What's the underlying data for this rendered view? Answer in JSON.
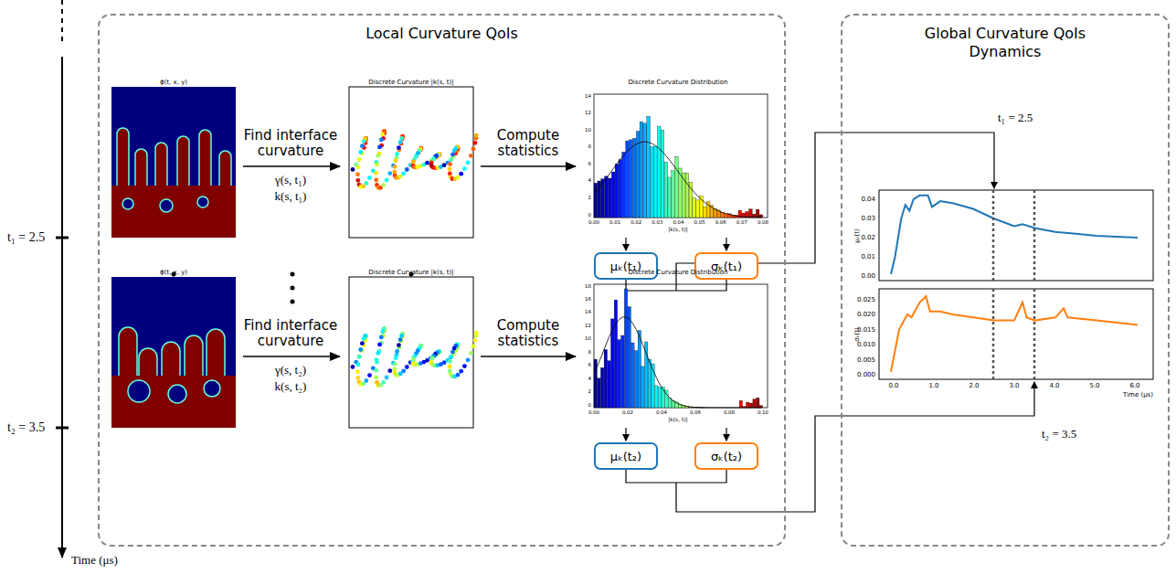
{
  "diagram": {
    "nodes": [
      {
        "text": [
          "Local Curvature QoIs"
        ]
      },
      {
        "text": [
          "μₖ(t₁)"
        ],
        "in": 0
      },
      {
        "text": [
          "σₖ(t₁)"
        ],
        "in": 0
      },
      {
        "text": [
          "μₖ(t₂)"
        ],
        "in": 0
      },
      {
        "text": [
          "σₖ(t₂)"
        ],
        "in": 0
      },
      {
        "text": [
          "Global Curvature QoIs Dynamics"
        ]
      }
    ],
    "labels": [
      "t₁ = 2.5",
      "t₂ = 3.5",
      "Time (μs)",
      "ϕ(t, x, y)",
      "Find interface curvature",
      "γ(s, t₁)",
      "k(s, t₁)",
      "Discrete Curvature |k(s, t)|",
      "Compute statistics",
      "Discrete Curvature Distribution",
      "0.00",
      "0.01",
      "0.02",
      "0.03",
      "0.04",
      "0.05",
      "0.06",
      "0.07",
      "0.08",
      "0",
      "2",
      "4",
      "6",
      "8",
      "10",
      "12",
      "14",
      "|k(s, t)|",
      "ϕ(t, x, y)",
      "Find interface curvature",
      "γ(s, t₂)",
      "k(s, t₂)",
      "Discrete Curvature |k(s, t)|",
      "Compute statistics",
      "Discrete Curvature Distribution",
      "0.00",
      "0.02",
      "0.04",
      "0.06",
      "0.08",
      "0.10",
      "0",
      "2",
      "4",
      "6",
      "8",
      "10",
      "12",
      "14",
      "16",
      "18",
      "|k(s, t)|",
      "t₁ = 2.5",
      "0.00",
      "0.01",
      "0.02",
      "0.03",
      "0.04",
      "μₖ(t)",
      "0.000",
      "0.005",
      "0.010",
      "0.015",
      "0.020",
      "0.025",
      "σₖ(t)",
      "0.0",
      "1.0",
      "2.0",
      "3.0",
      "4.0",
      "5.0",
      "6.0",
      "Time (μs)",
      "t₂ = 3.5"
    ]
  }
}
